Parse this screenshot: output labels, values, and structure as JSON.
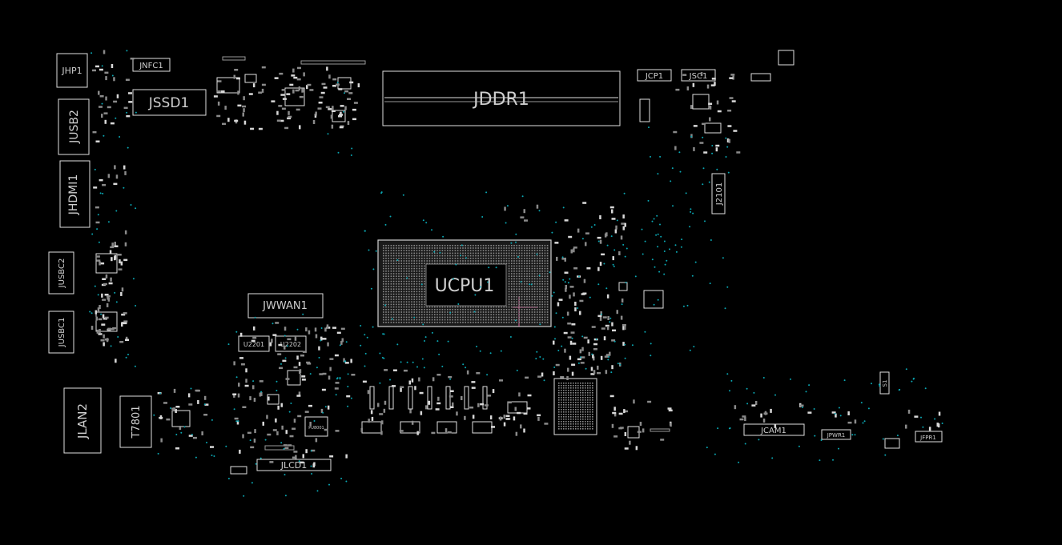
{
  "colors": {
    "background": "#000000",
    "outline": "#e0e0e0",
    "label": "#cfcfcf",
    "via": "#0aa7b3",
    "highlight": "#d76ea2"
  },
  "components": {
    "jhp1": "JHP1",
    "jnfc1": "JNFC1",
    "jssd1": "JSSD1",
    "jusb2": "JUSB2",
    "jhdmi1": "JHDMI1",
    "jusbc2": "JUSBC2",
    "jusbc1": "JUSBC1",
    "jlan2": "JLAN2",
    "t7801": "T7801",
    "jddr1": "JDDR1",
    "jcp1": "JCP1",
    "jsc1": "JSC1",
    "j2101": "J2101",
    "ucpu1": "UCPU1",
    "jwwan1": "JWWAN1",
    "u2201": "U2201",
    "u2202": "U2202",
    "jlcd1": "JLCD1",
    "jcam1": "JCAM1",
    "jpwr1": "JPWR1",
    "jfpr1": "JFPR1",
    "s1": "S1",
    "pu8001": "PU8001"
  }
}
